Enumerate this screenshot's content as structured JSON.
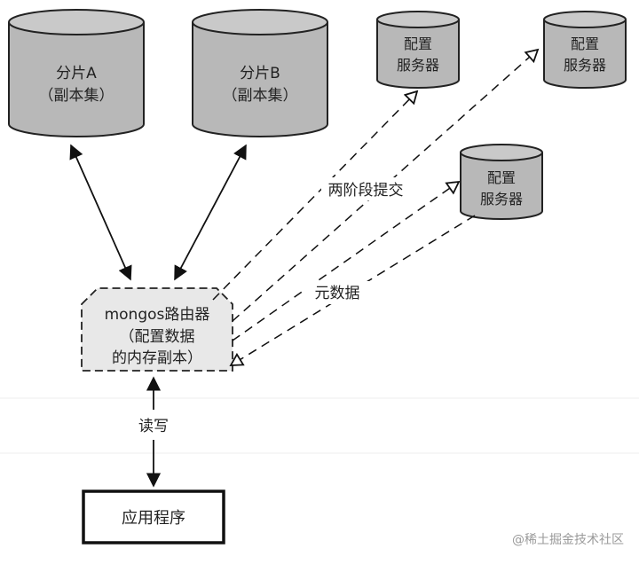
{
  "shards": [
    {
      "line1": "分片A",
      "line2": "（副本集）"
    },
    {
      "line1": "分片B",
      "line2": "（副本集）"
    }
  ],
  "config_servers": [
    {
      "line1": "配置",
      "line2": "服务器"
    },
    {
      "line1": "配置",
      "line2": "服务器"
    },
    {
      "line1": "配置",
      "line2": "服务器"
    }
  ],
  "router": {
    "line1": "mongos路由器",
    "line2": "（配置数据",
    "line3": "的内存副本）"
  },
  "labels": {
    "two_phase_commit": "两阶段提交",
    "metadata": "元数据",
    "read_write": "读写"
  },
  "app": {
    "label": "应用程序"
  },
  "watermark": "@稀土掘金技术社区"
}
